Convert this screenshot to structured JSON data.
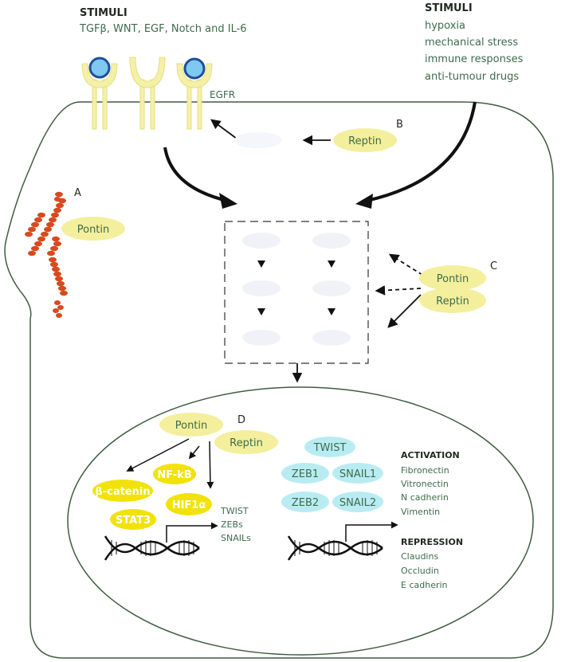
{
  "stimuli_left": {
    "title": "STIMULI",
    "items": "TGFβ, WNT, EGF, Notch and IL-6"
  },
  "stimuli_right": {
    "title": "STIMULI",
    "items": [
      "hypoxia",
      "mechanical stress",
      "immune responses",
      "anti-tumour drugs"
    ]
  },
  "receptor_label": "EGFR",
  "panel_letters": {
    "a": "A",
    "b": "B",
    "c": "C",
    "d": "D"
  },
  "proteins": {
    "pontin": "Pontin",
    "reptin": "Reptin"
  },
  "transcription_factors": [
    "NF-kB",
    "β-catenin",
    "HIF1α",
    "STAT3"
  ],
  "emt_factors": [
    "TWIST",
    "ZEB1",
    "SNAIL1",
    "ZEB2",
    "SNAIL2"
  ],
  "target_genes": [
    "TWIST",
    "ZEBs",
    "SNAILs"
  ],
  "activation": {
    "title": "ACTIVATION",
    "items": [
      "Fibronectin",
      "Vitronectin",
      "N cadherin",
      "Vimentin"
    ]
  },
  "repression": {
    "title": "REPRESSION",
    "items": [
      "Claudins",
      "Occludin",
      "E cadherin"
    ]
  },
  "colors": {
    "yellow_oval": "#f3ef9c",
    "yellow_strong": "#f2e20a",
    "cyan_oval": "#b9ecf2",
    "membrane": "#3f5d3f",
    "receptor": "#f5f0a8",
    "ligand": "#7fc8f0",
    "filament": "#d84a1e"
  }
}
